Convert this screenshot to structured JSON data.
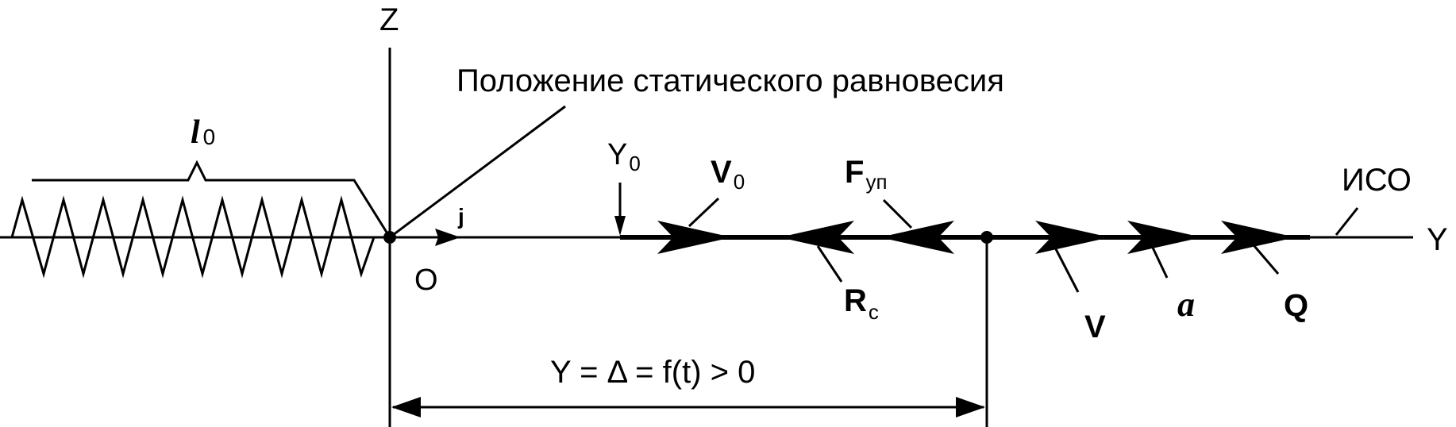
{
  "labels": {
    "axis_z": "Z",
    "axis_y": "Y",
    "origin": "O",
    "unit_j": "j",
    "static_equilibrium": "Положение статического равновесия",
    "l_main": "l",
    "l_sub": "0",
    "y0_main": "Y",
    "y0_sub": "0",
    "v0_main": "V",
    "v0_sub": "0",
    "fyp_main": "F",
    "fyp_sub": "уп",
    "rc_main": "R",
    "rc_sub": "c",
    "v": "V",
    "a": "a",
    "q": "Q",
    "iso": "ИСО",
    "displacement": "Y = Δ = f(t) > 0"
  }
}
